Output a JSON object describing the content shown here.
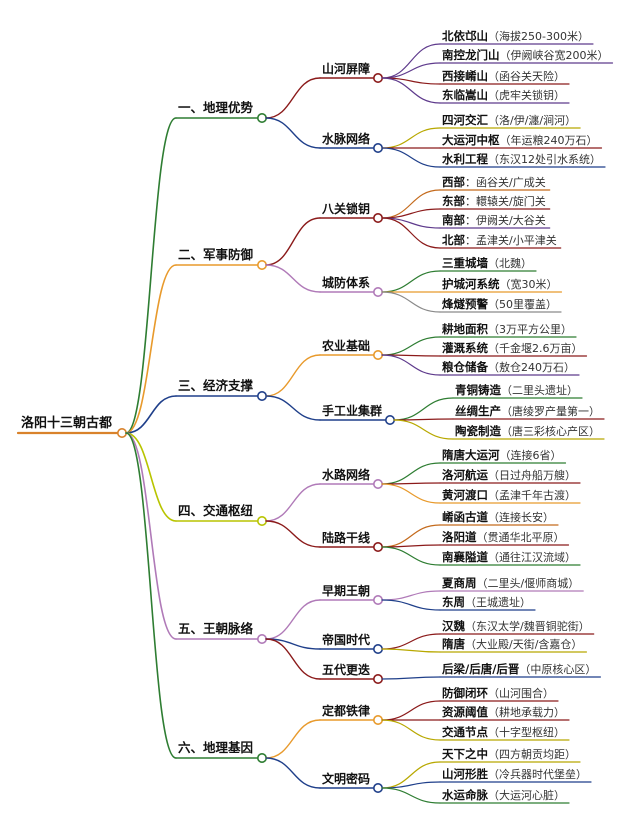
{
  "root": {
    "label": "洛阳十三朝古都",
    "color": "#d9822b"
  },
  "branches": [
    {
      "label": "一、地理优势",
      "color": "#2e7d32",
      "groups": [
        {
          "label": "山河屏障",
          "color": "#8b1a1a",
          "items": [
            {
              "title": "北依邙山",
              "note": "（海拔250-300米）",
              "color": "#5e3a8c"
            },
            {
              "title": "南控龙门山",
              "note": "（伊阙峡谷宽200米）",
              "color": "#5e3a8c"
            },
            {
              "title": "西接崤山",
              "note": "（函谷关天险）",
              "color": "#8b1a1a"
            },
            {
              "title": "东临嵩山",
              "note": "（虎牢关锁钥）",
              "color": "#5e3a8c"
            }
          ]
        },
        {
          "label": "水脉网络",
          "color": "#1f3f8a",
          "items": [
            {
              "title": "四河交汇",
              "note": "（洛/伊/瀍/涧河）",
              "color": "#b8a800"
            },
            {
              "title": "大运河中枢",
              "note": "（年运粮240万石）",
              "color": "#8b1a1a"
            },
            {
              "title": "水利工程",
              "note": "（东汉12处引水系统）",
              "color": "#1f3f8a"
            }
          ]
        }
      ]
    },
    {
      "label": "二、军事防御",
      "color": "#e89a2c",
      "groups": [
        {
          "label": "八关锁钥",
          "color": "#8b1a1a",
          "items": [
            {
              "title": "西部",
              "note": "：函谷关/广成关",
              "color": "#c46a1c"
            },
            {
              "title": "东部",
              "note": "：轘辕关/旋门关",
              "color": "#8b1a1a"
            },
            {
              "title": "南部",
              "note": "：伊阙关/大谷关",
              "color": "#5e3a8c"
            },
            {
              "title": "北部",
              "note": "：孟津关/小平津关",
              "color": "#8b1a1a"
            }
          ]
        },
        {
          "label": "城防体系",
          "color": "#b07ab8",
          "items": [
            {
              "title": "三重城墙",
              "note": "（北魏）",
              "color": "#2e7d32"
            },
            {
              "title": "护城河系统",
              "note": "（宽30米）",
              "color": "#e89a2c"
            },
            {
              "title": "烽燧预警",
              "note": "（50里覆盖）",
              "color": "#8a8a8a"
            }
          ]
        }
      ]
    },
    {
      "label": "三、经济支撑",
      "color": "#1f3f8a",
      "groups": [
        {
          "label": "农业基础",
          "color": "#e89a2c",
          "items": [
            {
              "title": "耕地面积",
              "note": "（3万平方公里）",
              "color": "#2e7d32"
            },
            {
              "title": "灌溉系统",
              "note": "（千金堰2.6万亩）",
              "color": "#8b1a1a"
            },
            {
              "title": "粮仓储备",
              "note": "（敖仓240万石）",
              "color": "#5e3a8c"
            }
          ]
        },
        {
          "label": "手工业集群",
          "color": "#1f3f8a",
          "items": [
            {
              "title": "青铜铸造",
              "note": "（二里头遗址）",
              "color": "#2e7d32"
            },
            {
              "title": "丝绸生产",
              "note": "（唐绫罗产量第一）",
              "color": "#8b1a1a"
            },
            {
              "title": "陶瓷制造",
              "note": "（唐三彩核心产区）",
              "color": "#b8a800"
            }
          ]
        }
      ]
    },
    {
      "label": "四、交通枢纽",
      "color": "#b8c400",
      "groups": [
        {
          "label": "水路网络",
          "color": "#b07ab8",
          "items": [
            {
              "title": "隋唐大运河",
              "note": "（连接6省）",
              "color": "#2e7d32"
            },
            {
              "title": "洛河航运",
              "note": "（日过舟船万艘）",
              "color": "#8b1a1a"
            },
            {
              "title": "黄河渡口",
              "note": "（孟津千年古渡）",
              "color": "#e89a2c"
            }
          ]
        },
        {
          "label": "陆路干线",
          "color": "#8b1a1a",
          "items": [
            {
              "title": "崤函古道",
              "note": "（连接长安）",
              "color": "#c46a1c"
            },
            {
              "title": "洛阳道",
              "note": "（贯通华北平原）",
              "color": "#8b1a1a"
            },
            {
              "title": "南襄隘道",
              "note": "（通往江汉流域）",
              "color": "#2e7d32"
            }
          ]
        }
      ]
    },
    {
      "label": "五、王朝脉络",
      "color": "#b07ab8",
      "groups": [
        {
          "label": "早期王朝",
          "color": "#b07ab8",
          "items": [
            {
              "title": "夏商周",
              "note": "（二里头/偃师商城）",
              "color": "#b07ab8"
            },
            {
              "title": "东周",
              "note": "（王城遗址）",
              "color": "#1f3f8a"
            }
          ]
        },
        {
          "label": "帝国时代",
          "color": "#1f3f8a",
          "items": [
            {
              "title": "汉魏",
              "note": "（东汉太学/魏晋铜驼街）",
              "color": "#8b1a1a"
            },
            {
              "title": "隋唐",
              "note": "（大业殿/天街/含嘉仓）",
              "color": "#b8a800"
            }
          ]
        },
        {
          "label": "五代更迭",
          "color": "#8b1a1a",
          "items": [
            {
              "title": "后梁/后唐/后晋",
              "note": "（中原核心区）",
              "color": "#1f3f8a"
            }
          ]
        }
      ]
    },
    {
      "label": "六、地理基因",
      "color": "#2e7d32",
      "groups": [
        {
          "label": "定都铁律",
          "color": "#e89a2c",
          "items": [
            {
              "title": "防御闭环",
              "note": "（山河围合）",
              "color": "#8b1a1a"
            },
            {
              "title": "资源阈值",
              "note": "（耕地承载力）",
              "color": "#8b1a1a"
            },
            {
              "title": "交通节点",
              "note": "（十字型枢纽）",
              "color": "#b8a800"
            }
          ]
        },
        {
          "label": "文明密码",
          "color": "#1f3f8a",
          "items": [
            {
              "title": "天下之中",
              "note": "（四方朝贡均距）",
              "color": "#b8a800"
            },
            {
              "title": "山河形胜",
              "note": "（冷兵器时代堡垒）",
              "color": "#1f3f8a"
            },
            {
              "title": "水运命脉",
              "note": "（大运河心脏）",
              "color": "#2e7d32"
            }
          ]
        }
      ]
    }
  ]
}
